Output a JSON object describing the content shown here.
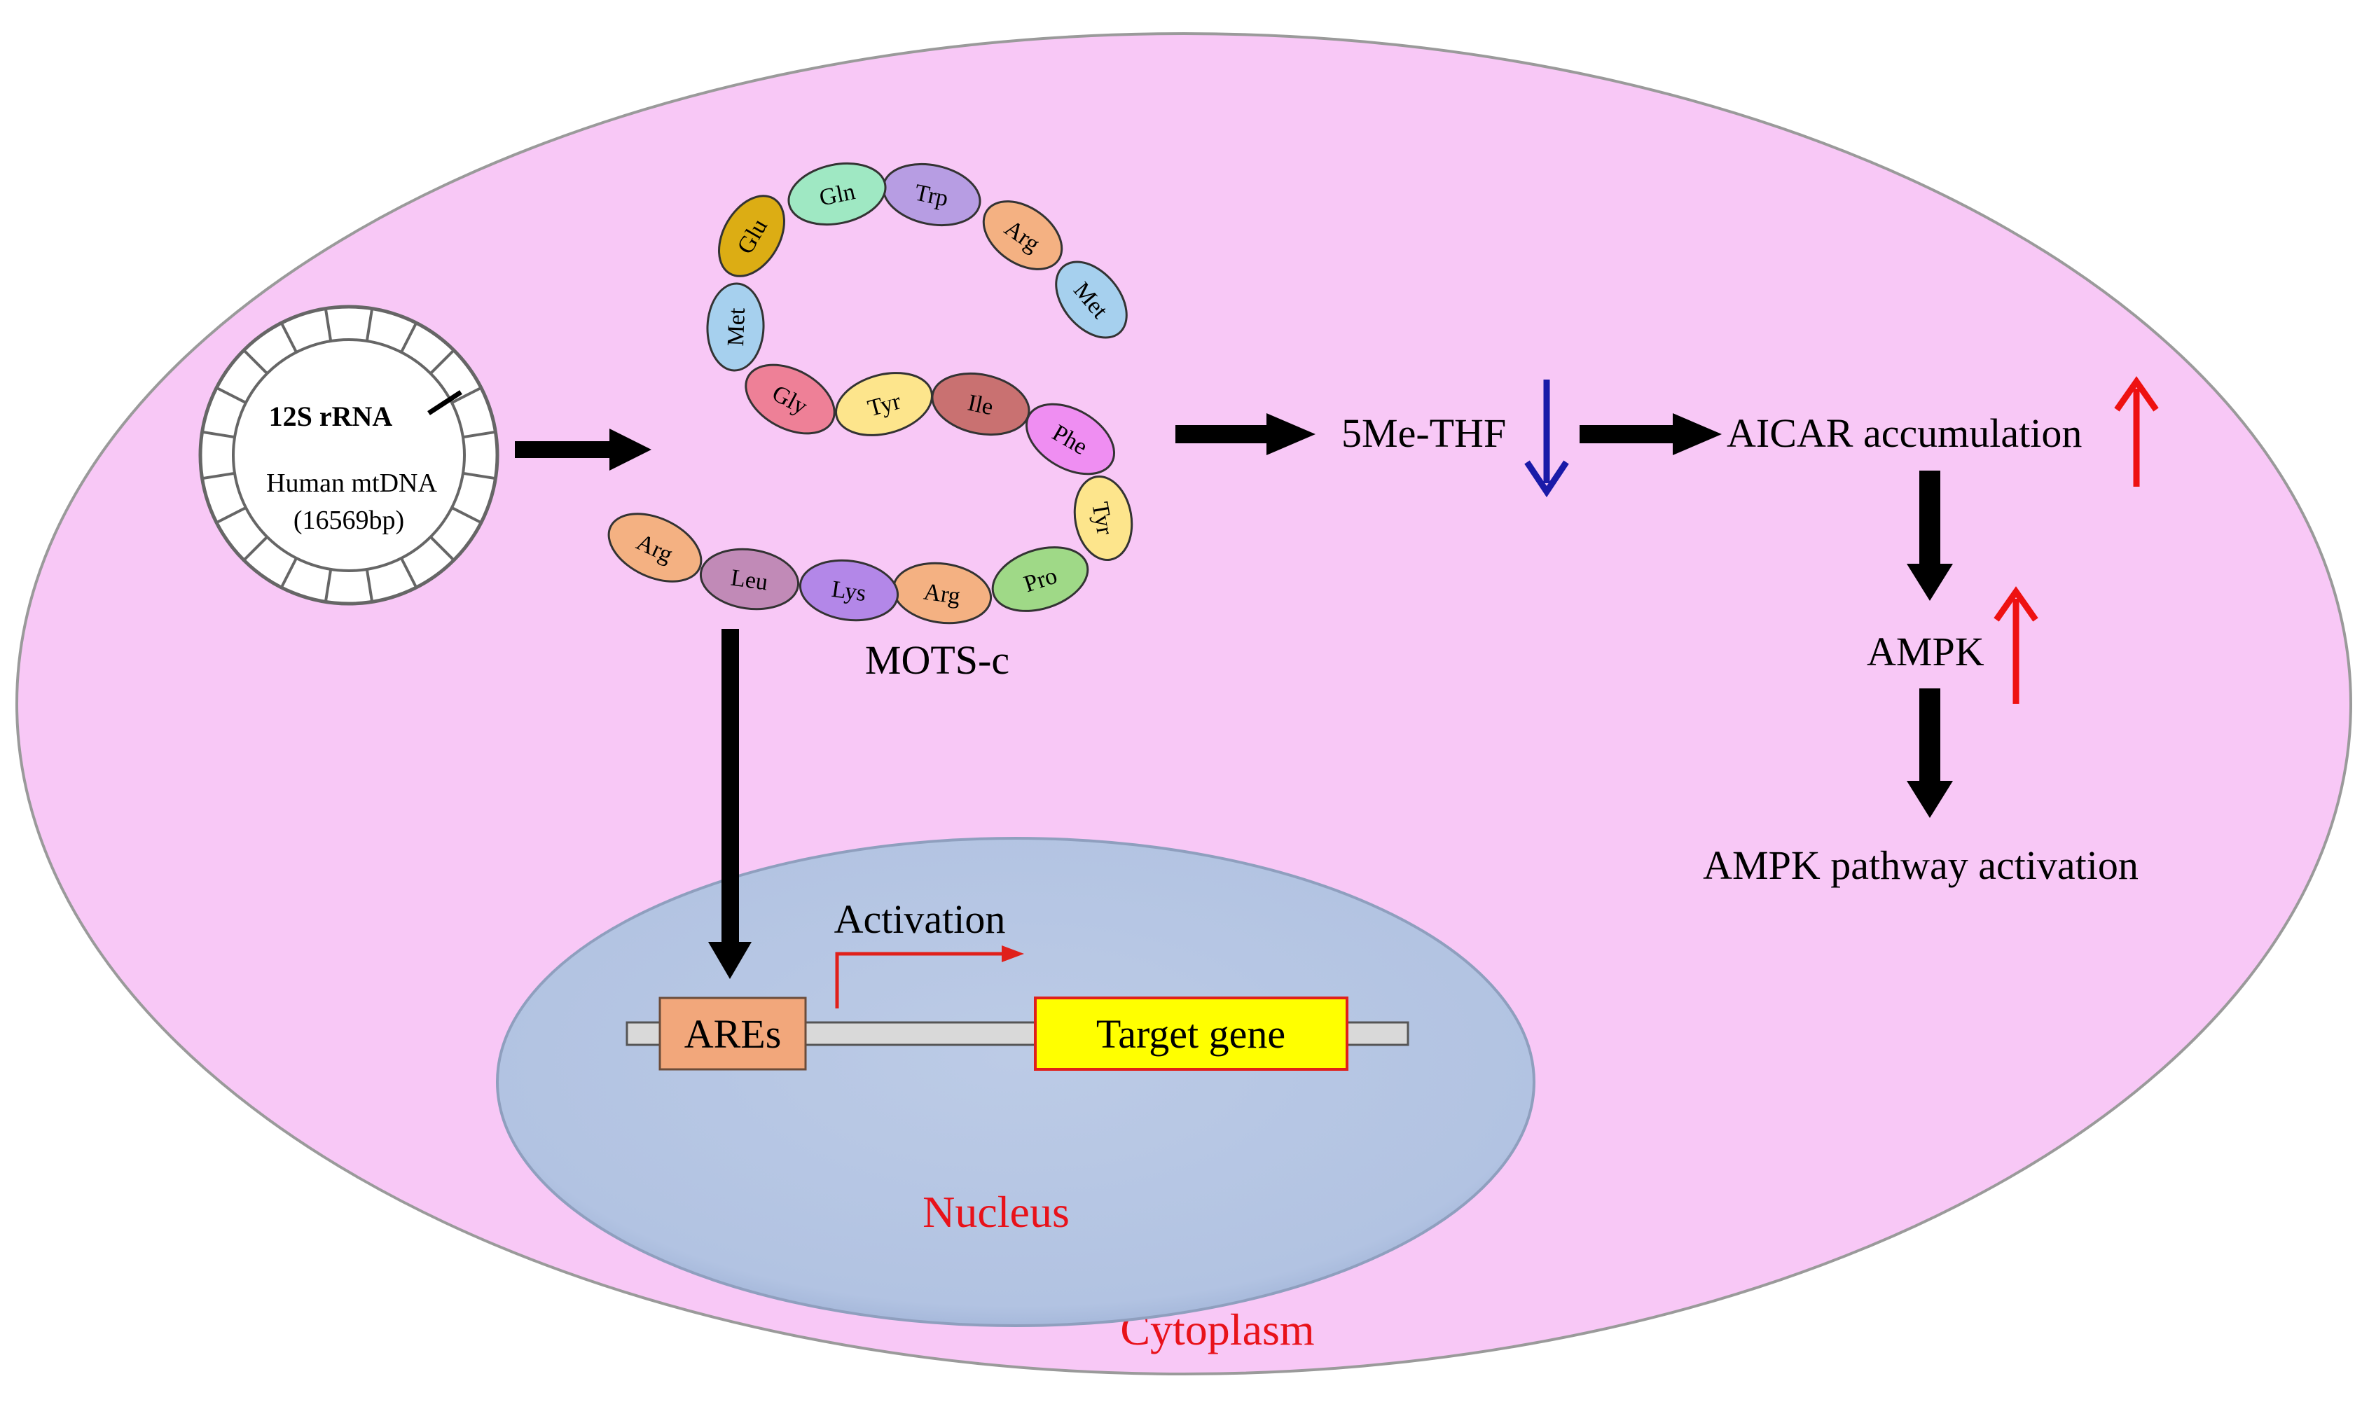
{
  "compartments": {
    "cytoplasm_label": "Cytoplasm",
    "nucleus_label": "Nucleus"
  },
  "mtdna": {
    "gene_label": "12S rRNA",
    "name": "Human mtDNA",
    "size": "(16569bp)"
  },
  "peptide": {
    "name": "MOTS-c",
    "residues": [
      "Met",
      "Arg",
      "Trp",
      "Gln",
      "Glu",
      "Met",
      "Gly",
      "Tyr",
      "Ile",
      "Phe",
      "Tyr",
      "Pro",
      "Arg",
      "Lys",
      "Leu",
      "Arg"
    ]
  },
  "pathway": {
    "metabolite": "5Me-THF",
    "accumulation": "AICAR accumulation",
    "kinase": "AMPK",
    "outcome": "AMPK pathway activation"
  },
  "nuclear": {
    "element": "AREs",
    "target": "Target gene",
    "activation": "Activation"
  },
  "colors": {
    "cytoplasm": "#f8c8f6",
    "nucleus": "#b5c6e3",
    "black_arrow": "#000000",
    "down_arrow": "#1a1aa8",
    "up_arrow": "#ee1111",
    "label_red": "#e8121a",
    "are_box": "#f2a77b",
    "target_box": "#ffff00"
  },
  "residue_colors": {
    "Met": "#a6d0ee",
    "Arg": "#f4b182",
    "Trp": "#b79de3",
    "Gln": "#9fe8c3",
    "Glu": "#dcad14",
    "Gly": "#ee8097",
    "Tyr": "#fde58c",
    "Ile": "#c97171",
    "Phe": "#ef8ef2",
    "Pro": "#9fd987",
    "Lys": "#b387e8",
    "Leu": "#c18ab7"
  }
}
